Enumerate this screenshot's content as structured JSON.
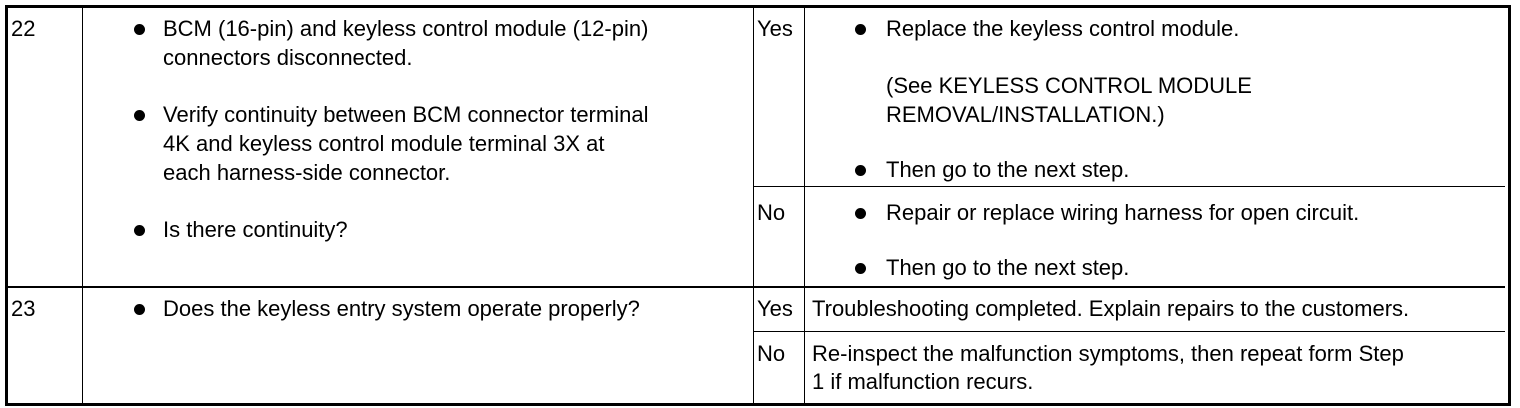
{
  "rows": [
    {
      "step": "22",
      "question": {
        "items": [
          [
            "BCM (16-pin) and keyless control module (12-pin)",
            "connectors disconnected."
          ],
          [
            "Verify continuity between BCM connector terminal",
            "4K and keyless control module terminal 3X at",
            "each harness-side connector."
          ],
          [
            "Is there continuity?"
          ]
        ]
      },
      "yes": {
        "label": "Yes",
        "action1": "Replace the keyless control module.",
        "note_line1": "(See KEYLESS CONTROL MODULE",
        "note_line2": "REMOVAL/INSTALLATION.)",
        "action2": "Then go to the next step."
      },
      "no": {
        "label": "No",
        "action1": "Repair or replace wiring harness for open circuit.",
        "action2": "Then go to the next step."
      }
    },
    {
      "step": "23",
      "question": {
        "items": [
          [
            "Does the keyless entry system operate properly?"
          ]
        ]
      },
      "yes": {
        "label": "Yes",
        "action": "Troubleshooting completed. Explain repairs to the customers."
      },
      "no": {
        "label": "No",
        "action_line1": "Re-inspect the malfunction symptoms, then repeat form Step",
        "action_line2": "1 if malfunction recurs."
      }
    }
  ]
}
